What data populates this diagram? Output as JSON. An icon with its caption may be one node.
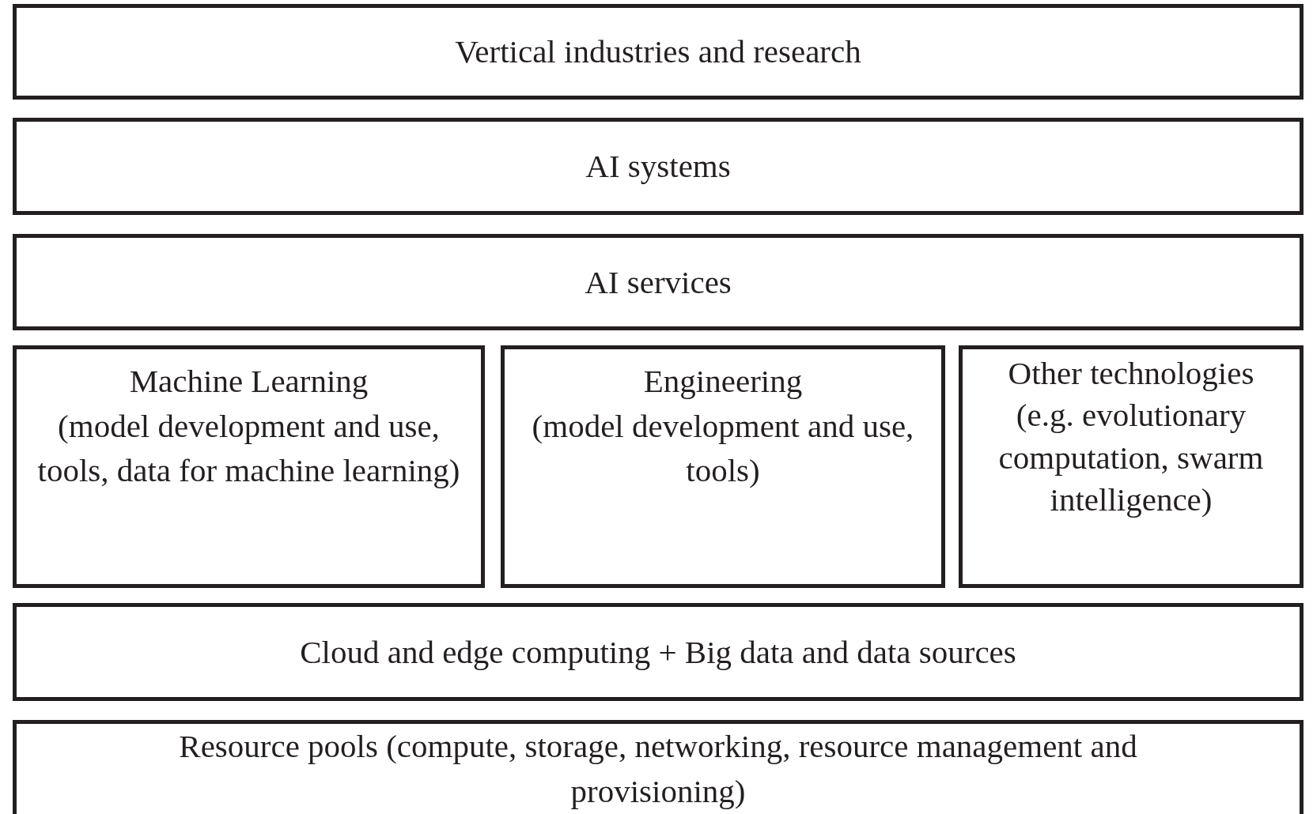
{
  "diagram": {
    "nodes": [
      {
        "text": [
          "Vertical industries and research"
        ]
      },
      {
        "text": [
          "AI systems"
        ]
      },
      {
        "text": [
          "AI services"
        ]
      },
      {
        "text": [
          "Machine Learning",
          "(model development and use, tools, data for machine learning)"
        ]
      },
      {
        "text": [
          "Engineering",
          "(model development and use, tools)"
        ]
      },
      {
        "text": [
          "Other technologies",
          "(e.g. evolutionary computation, swarm intelligence)"
        ]
      },
      {
        "text": [
          "Cloud and edge computing + Big data and data sources"
        ]
      },
      {
        "text": [
          "Resource pools (compute, storage, networking, resource management and provisioning)"
        ]
      }
    ]
  }
}
